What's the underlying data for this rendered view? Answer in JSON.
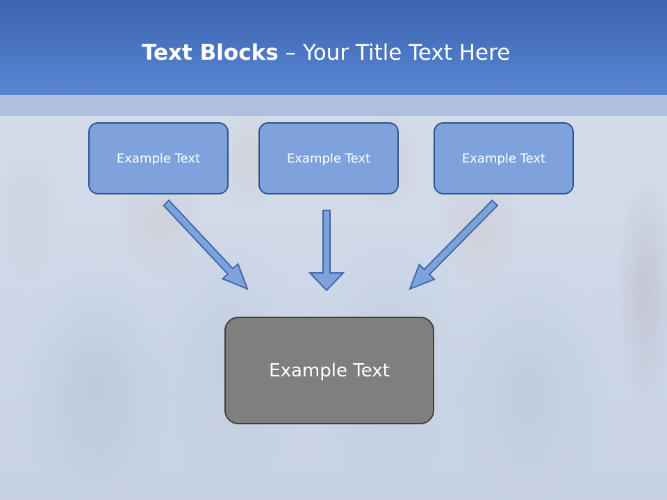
{
  "slide": {
    "title_bold": "Text Blocks",
    "title_sep": " – ",
    "title_rest": "Your Title Text Here"
  },
  "blocks": [
    {
      "label": "Example Text"
    },
    {
      "label": "Example Text"
    },
    {
      "label": "Example Text"
    }
  ],
  "center_block": {
    "label": "Example Text"
  },
  "colors": {
    "title_bar": "#4a74c4",
    "block_fill": "#7ea3dc",
    "block_border": "#2f528f",
    "center_fill": "#7f7f7f",
    "center_border": "#404040",
    "arrow_fill": "#7ea3dc",
    "arrow_stroke": "#3f66ab"
  }
}
